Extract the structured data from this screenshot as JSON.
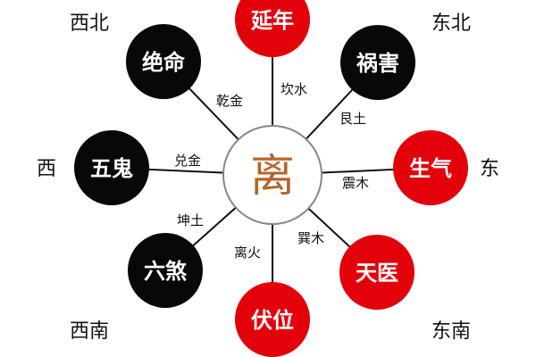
{
  "center": {
    "label": "离",
    "color": "#b5652a"
  },
  "colors": {
    "red": "#e2000b",
    "black": "#080808",
    "line": "#111111",
    "center_border": "#888888"
  },
  "nodes": [
    {
      "id": "yannian",
      "label": "延年",
      "color": "red",
      "line_label": "坎水"
    },
    {
      "id": "huohai",
      "label": "祸害",
      "color": "black",
      "line_label": "艮土"
    },
    {
      "id": "shengqi",
      "label": "生气",
      "color": "red",
      "line_label": "震木"
    },
    {
      "id": "tianyi",
      "label": "天医",
      "color": "red",
      "line_label": "巽木"
    },
    {
      "id": "fuwei",
      "label": "伏位",
      "color": "red",
      "line_label": "离火"
    },
    {
      "id": "liusha",
      "label": "六煞",
      "color": "black",
      "line_label": "坤土"
    },
    {
      "id": "wugui",
      "label": "五鬼",
      "color": "black",
      "line_label": "兑金"
    },
    {
      "id": "jueming",
      "label": "绝命",
      "color": "black",
      "line_label": "乾金"
    }
  ],
  "directions": {
    "northwest": "西北",
    "northeast": "东北",
    "west": "西",
    "east": "东",
    "southwest": "西南",
    "southeast": "东南"
  }
}
